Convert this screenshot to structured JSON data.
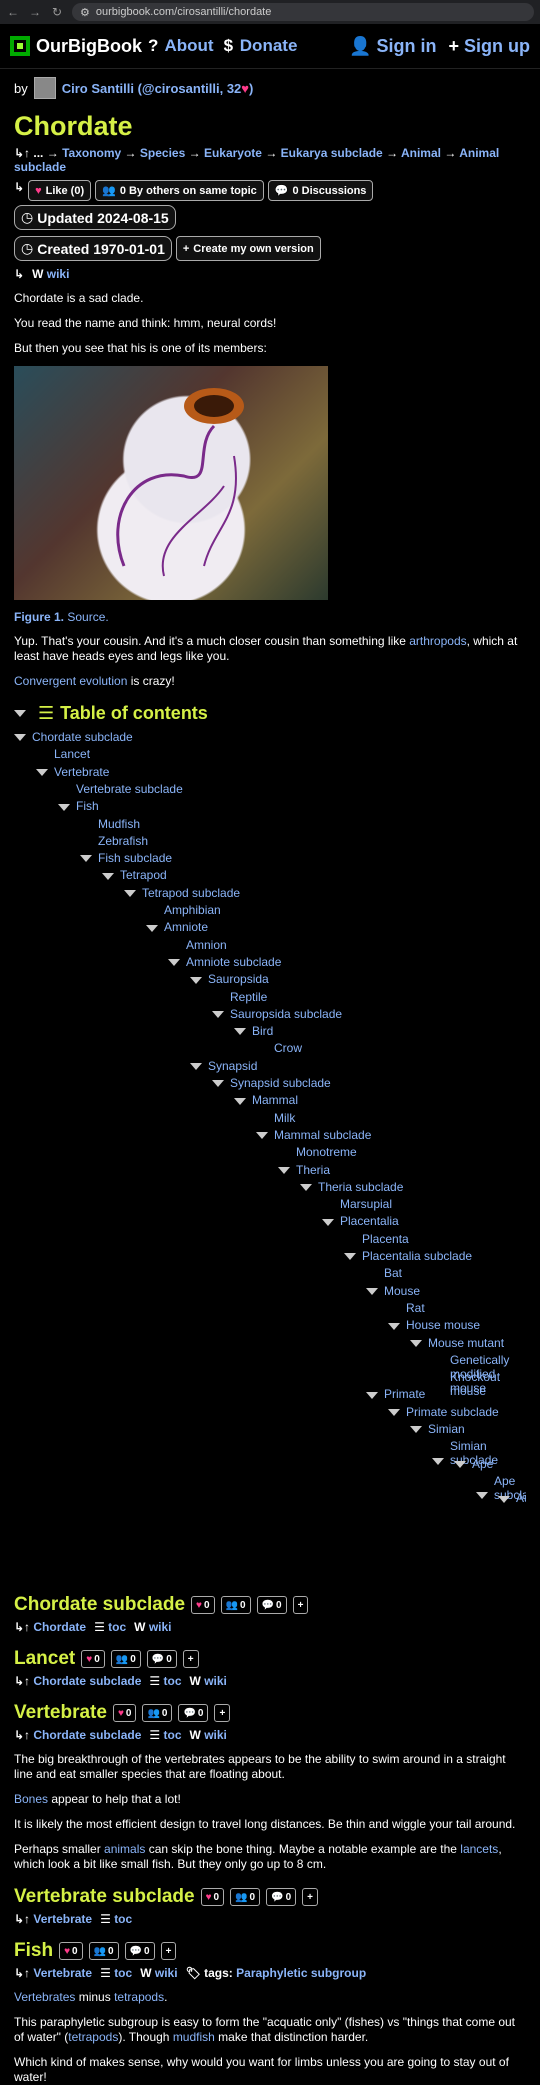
{
  "browser": {
    "url": "ourbigbook.com/cirosantilli/chordate"
  },
  "nav": {
    "brand": "OurBigBook",
    "about": "About",
    "donate": "Donate",
    "signin": "Sign in",
    "signup": "Sign up"
  },
  "author": {
    "by": "by",
    "name": "Ciro Santilli (@cirosantilli, 32",
    "heart": "♥",
    ")": ")"
  },
  "title": "Chordate",
  "breadcrumbs": [
    "Taxonomy",
    "Species",
    "Eukaryote",
    "Eukarya subclade",
    "Animal",
    "Animal subclade"
  ],
  "buttons": {
    "like": "Like (0)",
    "others": "0 By others on same topic",
    "discussions": "0 Discussions",
    "updated": "Updated  2024-08-15",
    "created": "Created 1970-01-01",
    "create_own": "Create my own version"
  },
  "wiki_label": "wiki",
  "intro": [
    "Chordate is a sad clade.",
    "You read the name and think: hmm, neural cords!",
    "But then you see that his is one of its members:"
  ],
  "figure": {
    "label": "Figure 1.",
    "source": "Source."
  },
  "para_cousin": "Yup. That's your cousin. And it's a much closer cousin than something like ",
  "para_cousin_link": "arthropods",
  "para_cousin_end": ", which at least have heads eyes and legs like you.",
  "convergent_link": "Convergent evolution",
  "convergent_end": " is crazy!",
  "toc": {
    "title": "Table of contents",
    "items": [
      "Chordate subclade",
      "Lancet",
      "Vertebrate",
      "Vertebrate subclade",
      "Fish",
      "Mudfish",
      "Zebrafish",
      "Fish subclade",
      "Tetrapod",
      "Tetrapod subclade",
      "Amphibian",
      "Amniote",
      "Amnion",
      "Amniote subclade",
      "Sauropsida",
      "Reptile",
      "Sauropsida subclade",
      "Bird",
      "Crow",
      "Synapsid",
      "Synapsid subclade",
      "Mammal",
      "Milk",
      "Mammal subclade",
      "Monotreme",
      "Theria",
      "Theria subclade",
      "Marsupial",
      "Placentalia",
      "Placenta",
      "Placentalia subclade",
      "Bat",
      "Mouse",
      "Rat",
      "House mouse",
      "Mouse mutant",
      "Genetically modified mouse",
      "Knockout mouse",
      "Primate",
      "Primate subclade",
      "Simian",
      "Simian subclade",
      "Ape",
      "Ape subclade",
      "Au"
    ]
  },
  "sections": {
    "chordate_subclade": {
      "title": "Chordate subclade",
      "parent": "Chordate",
      "toc": "toc",
      "wiki": "wiki"
    },
    "lancet": {
      "title": "Lancet",
      "parent": "Chordate subclade",
      "toc": "toc",
      "wiki": "wiki"
    },
    "vertebrate": {
      "title": "Vertebrate",
      "parent": "Chordate subclade",
      "toc": "toc",
      "wiki": "wiki",
      "p1": "The big breakthrough of the vertebrates appears to be the ability to swim around in a straight line and eat smaller species that are floating about.",
      "p2_link": "Bones",
      "p2": " appear to help that a lot!",
      "p3": "It is likely the most efficient design to travel long distances. Be thin and wiggle your tail around.",
      "p4_a": "Perhaps smaller ",
      "p4_link1": "animals",
      "p4_b": " can skip the bone thing. Maybe a notable example are the ",
      "p4_link2": "lancets",
      "p4_c": ", which look a bit like small fish. But they only go up to 8 cm."
    },
    "vertebrate_subclade": {
      "title": "Vertebrate subclade",
      "parent": "Vertebrate",
      "toc": "toc"
    },
    "fish": {
      "title": "Fish",
      "parent": "Vertebrate",
      "toc": "toc",
      "wiki": "wiki",
      "tags": "tags:",
      "tag1": "Paraphyletic subgroup",
      "p1_link1": "Vertebrates",
      "p1_mid": " minus ",
      "p1_link2": "tetrapods",
      "p1_end": ".",
      "p2_a": "This paraphyletic subgroup is easy to form the \"acquatic only\" (fishes) vs \"things that come out of water\" (",
      "p2_link1": "tetrapods",
      "p2_b": "). Though ",
      "p2_link2": "mudfish",
      "p2_c": " make that distinction harder.",
      "p3": "Which kind of makes sense, why would you want for limbs unless you are going to stay out of water!"
    }
  },
  "counts": {
    "zero": "0"
  }
}
